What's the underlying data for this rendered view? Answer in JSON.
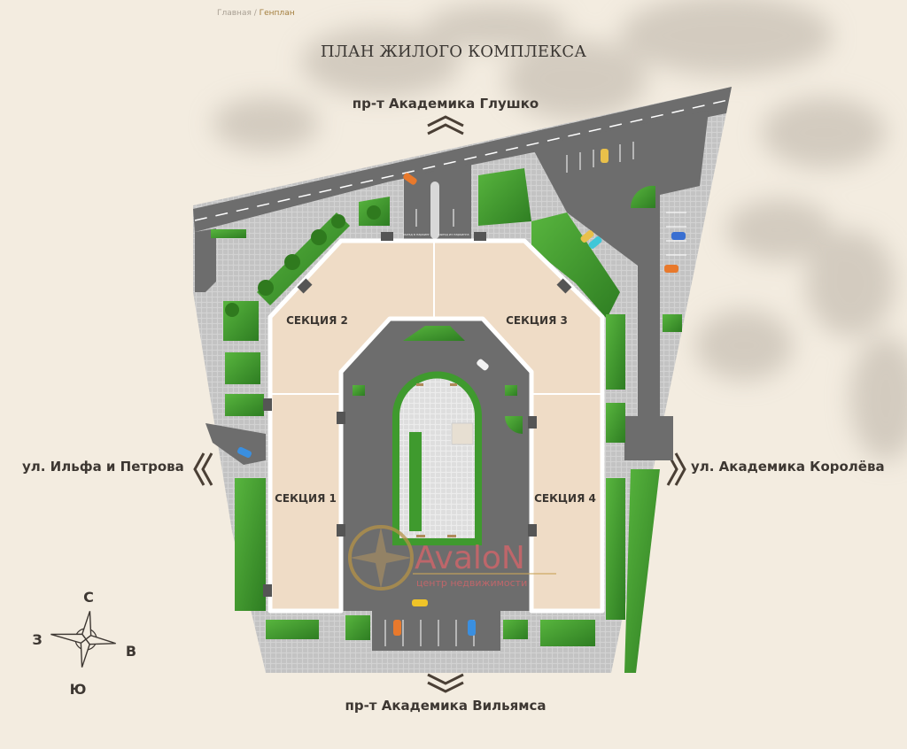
{
  "breadcrumb": {
    "home": "Главная",
    "separator": " / ",
    "current": "Генплан"
  },
  "title": "ПЛАН ЖИЛОГО КОМПЛЕКСА",
  "streets": {
    "north": "пр-т Академика Глушко",
    "west": "ул. Ильфа и Петрова",
    "east": "ул. Академика Королёва",
    "south": "пр-т Академика Вильямса"
  },
  "sections": [
    {
      "label": "СЕКЦИЯ 1"
    },
    {
      "label": "СЕКЦИЯ 2"
    },
    {
      "label": "СЕКЦИЯ 3"
    },
    {
      "label": "СЕКЦИЯ 4"
    }
  ],
  "parking_gates": {
    "entry": "въезд в паркинг",
    "exit": "выезд из паркинга"
  },
  "compass": {
    "north": "С",
    "west": "З",
    "east": "В",
    "south": "Ю"
  },
  "watermark": {
    "brand": "AvaloN",
    "tagline": "центр недвижимости"
  },
  "colors": {
    "background": "#f3ece0",
    "asphalt": "#6d6d6d",
    "grass": "#3f9a2e",
    "building": "#efdcc6",
    "paving": "#cfcfcf",
    "accent": "#a27d3c"
  }
}
